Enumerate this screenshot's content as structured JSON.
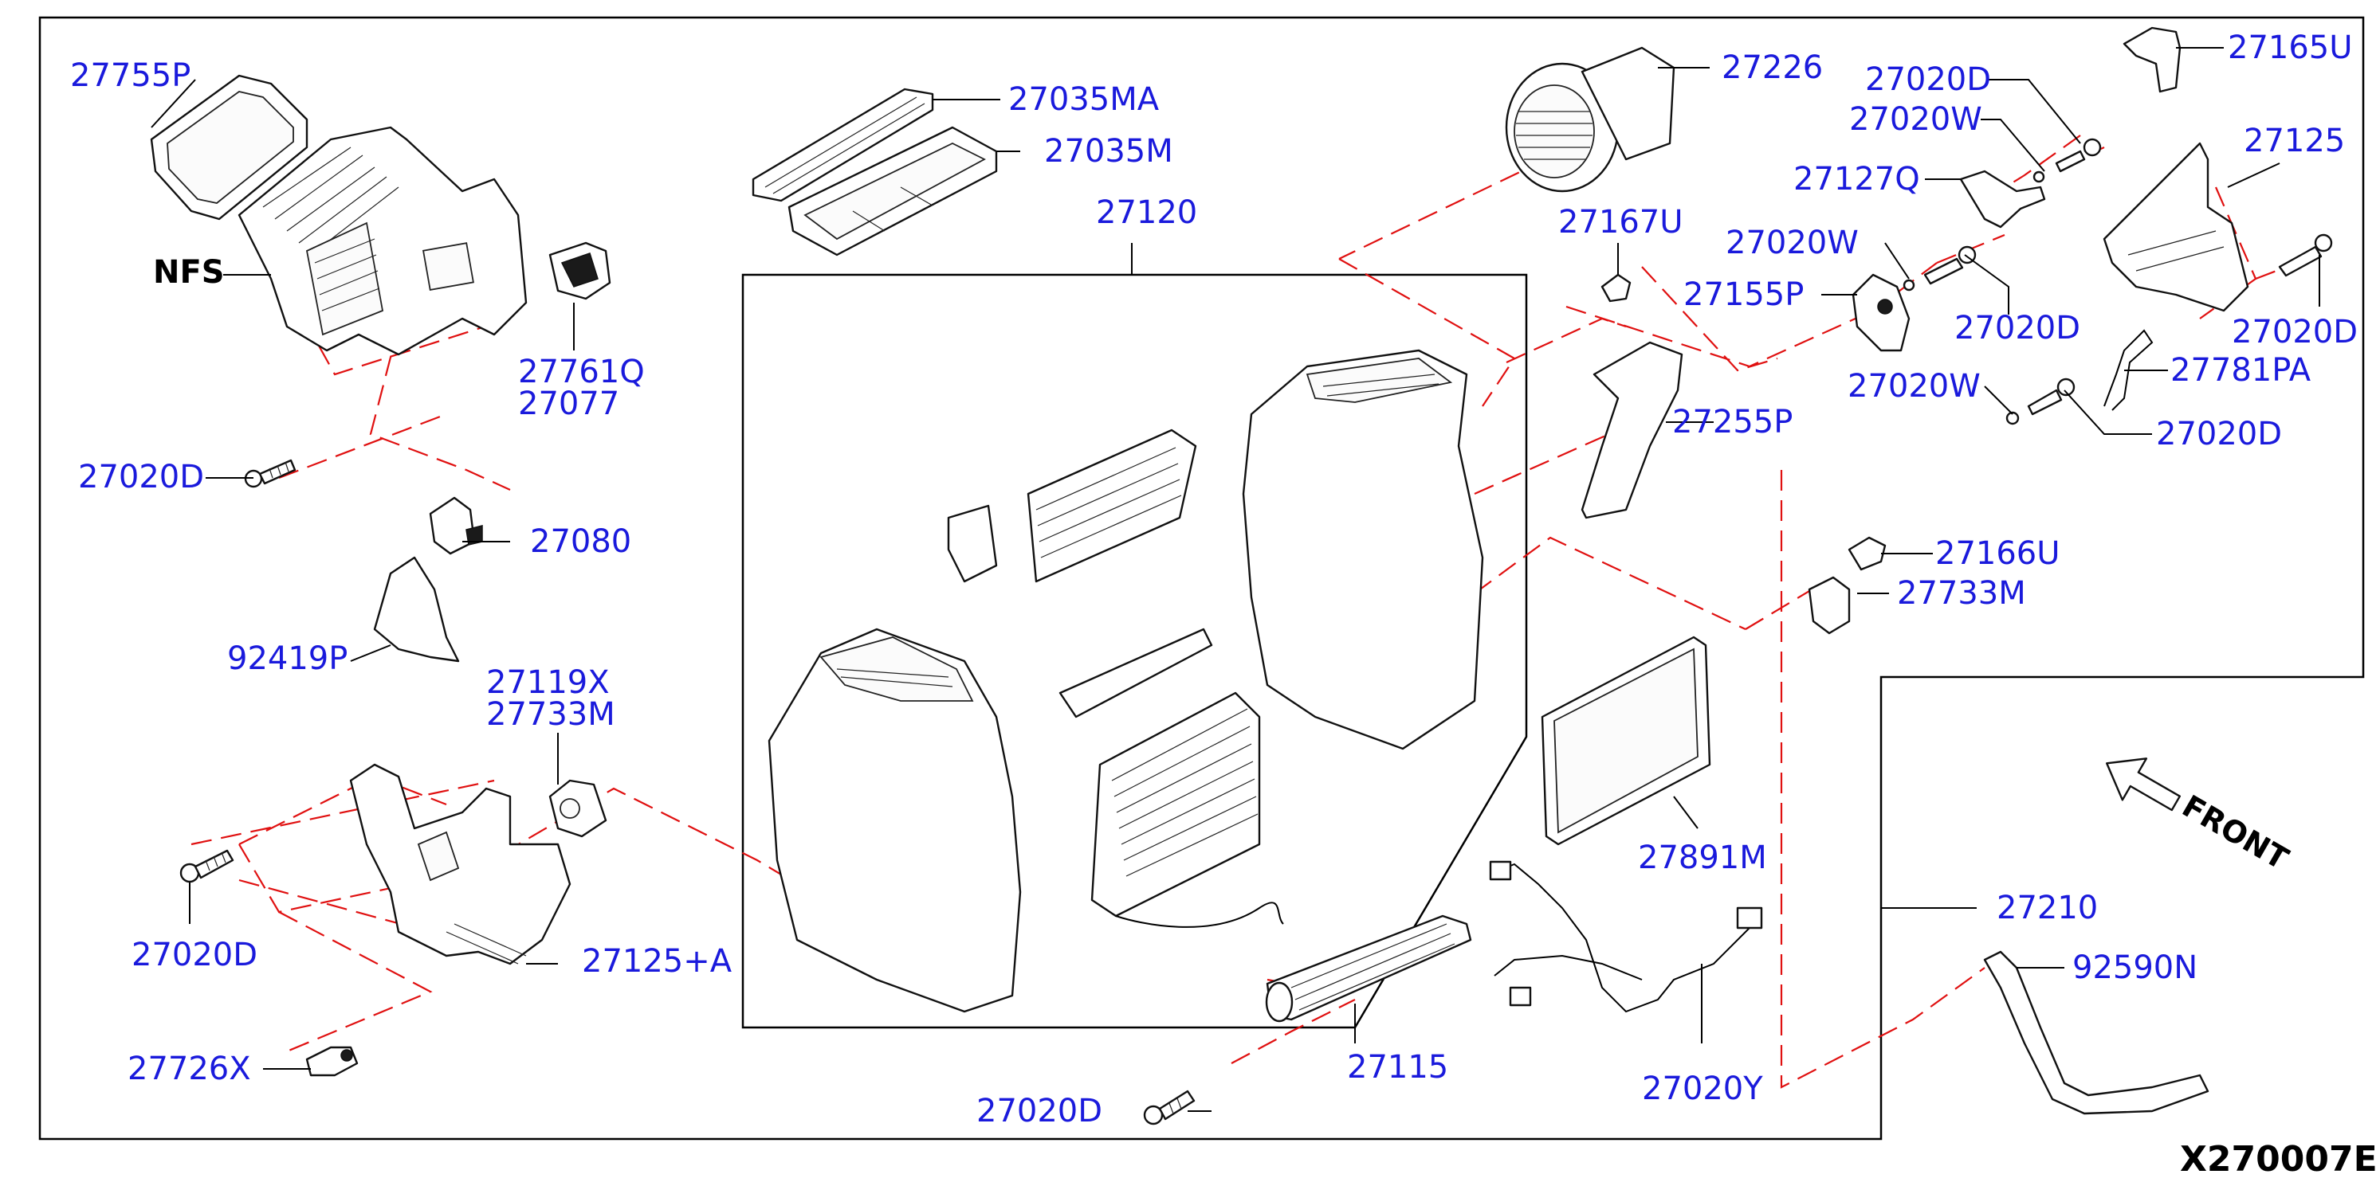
{
  "diagram_code": "X270007E",
  "front_label": "FRONT",
  "nfs_label": "NFS",
  "callouts": {
    "p27755P": "27755P",
    "p27761Q": "27761Q",
    "p27077": "27077",
    "p27020D_left": "27020D",
    "p27080": "27080",
    "p92419P": "92419P",
    "p27119X": "27119X",
    "p27733M_left": "27733M",
    "p27020D_lower_left": "27020D",
    "p27125A": "27125+A",
    "p27726X": "27726X",
    "p27035MA": "27035MA",
    "p27035M": "27035M",
    "p27120": "27120",
    "p27226": "27226",
    "p27167U": "27167U",
    "p27020D_bottom": "27020D",
    "p27115": "27115",
    "p27255P": "27255P",
    "p27891M": "27891M",
    "p27020Y": "27020Y",
    "p27020D_top": "27020D",
    "p27020W_top": "27020W",
    "p27127Q": "27127Q",
    "p27020W_mid": "27020W",
    "p27155P": "27155P",
    "p27020D_mid": "27020D",
    "p27165U": "27165U",
    "p27125": "27125",
    "p27020D_right": "27020D",
    "p27781PA": "27781PA",
    "p27020W_low": "27020W",
    "p27020D_low_right": "27020D",
    "p27166U": "27166U",
    "p27733M_right": "27733M",
    "p27210": "27210",
    "p92590N": "92590N"
  }
}
